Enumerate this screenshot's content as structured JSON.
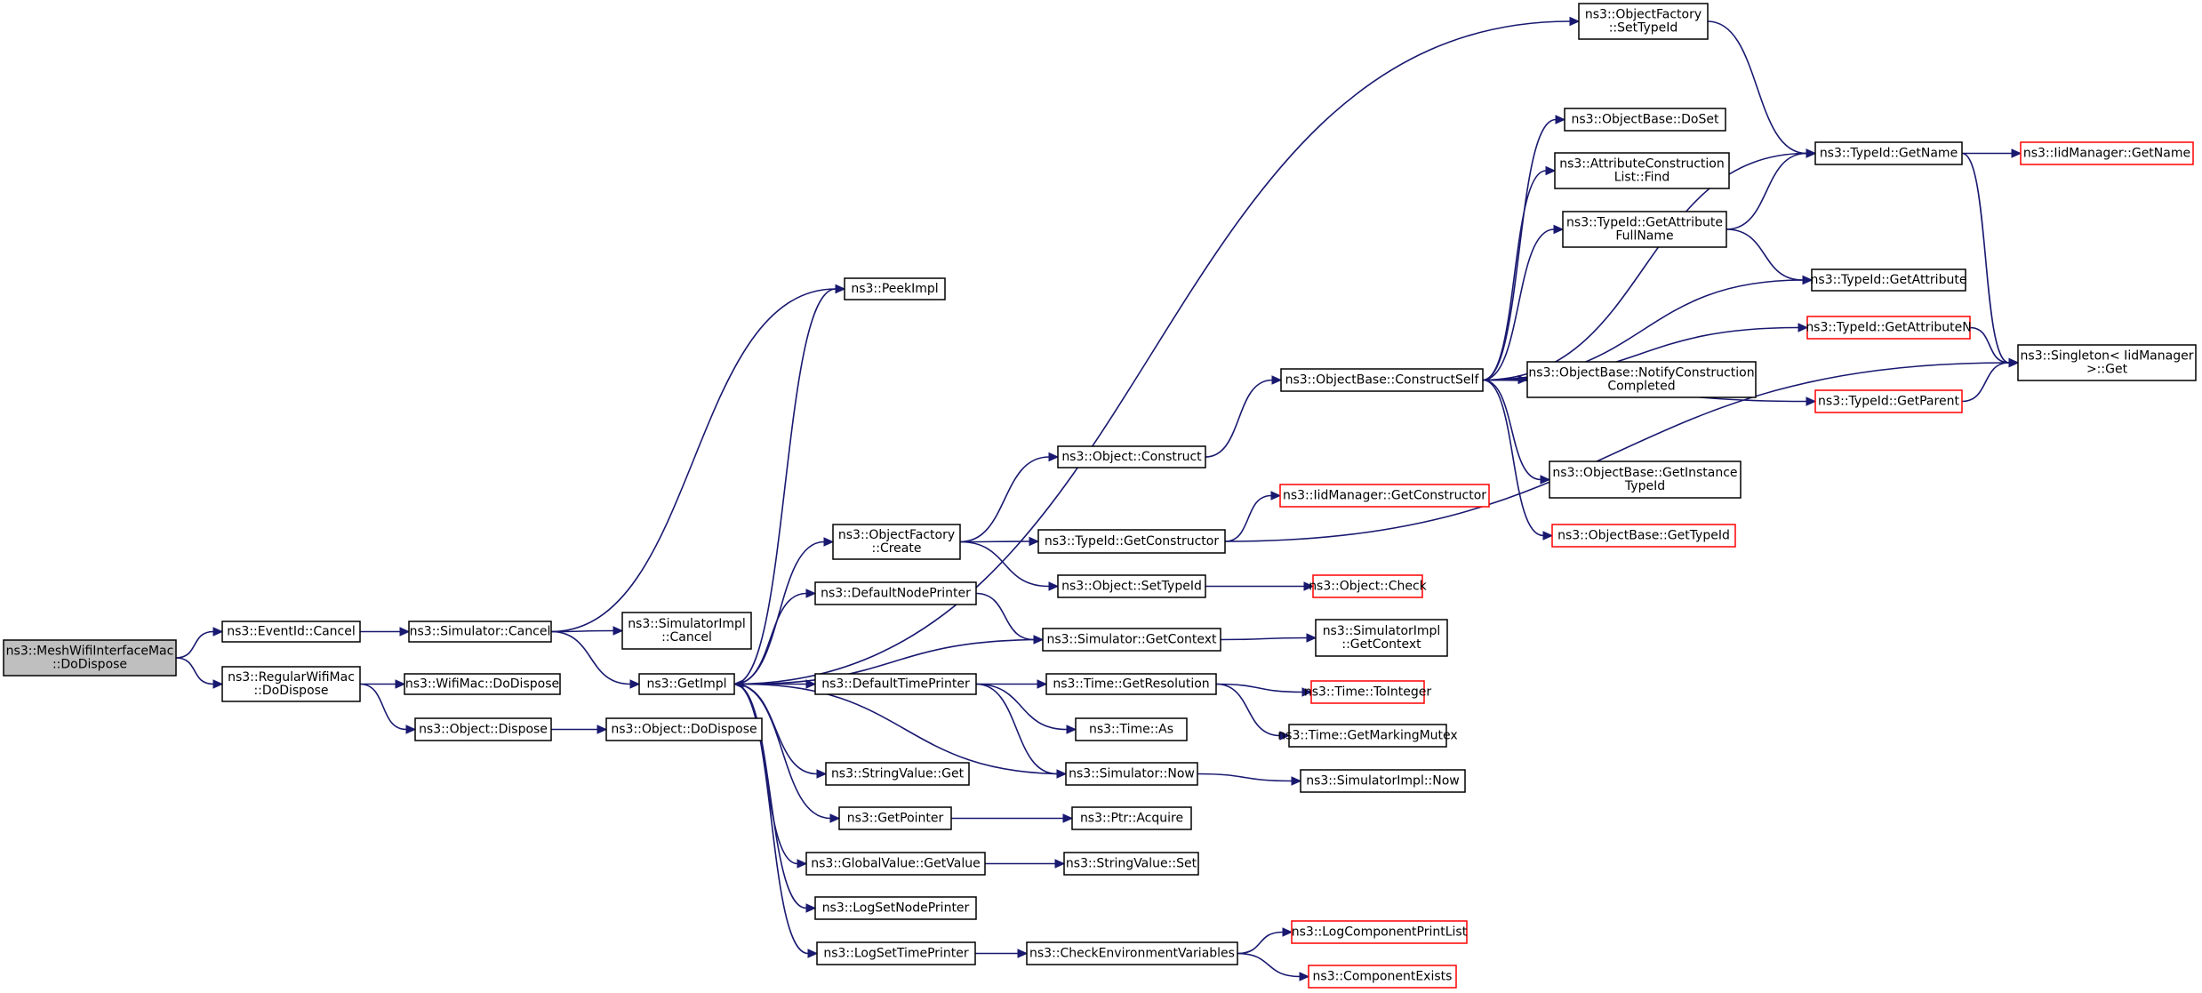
{
  "nodes": [
    {
      "id": "root",
      "lines": [
        "ns3::MeshWifiInterfaceMac",
        "::DoDispose"
      ],
      "style": "root"
    },
    {
      "id": "eventid_cancel",
      "lines": [
        "ns3::EventId::Cancel"
      ]
    },
    {
      "id": "regularwifimac_dodispose",
      "lines": [
        "ns3::RegularWifiMac",
        "::DoDispose"
      ]
    },
    {
      "id": "simulator_cancel",
      "lines": [
        "ns3::Simulator::Cancel"
      ]
    },
    {
      "id": "peekimpl",
      "lines": [
        "ns3::PeekImpl"
      ]
    },
    {
      "id": "simulatorimpl_cancel",
      "lines": [
        "ns3::SimulatorImpl",
        "::Cancel"
      ]
    },
    {
      "id": "getimpl",
      "lines": [
        "ns3::GetImpl"
      ]
    },
    {
      "id": "wifimac_dodispose",
      "lines": [
        "ns3::WifiMac::DoDispose"
      ]
    },
    {
      "id": "object_dispose",
      "lines": [
        "ns3::Object::Dispose"
      ]
    },
    {
      "id": "object_dodispose",
      "lines": [
        "ns3::Object::DoDispose"
      ]
    },
    {
      "id": "objectfactory_create",
      "lines": [
        "ns3::ObjectFactory",
        "::Create"
      ]
    },
    {
      "id": "defaultnodeprinter",
      "lines": [
        "ns3::DefaultNodePrinter"
      ]
    },
    {
      "id": "defaulttimeprinter",
      "lines": [
        "ns3::DefaultTimePrinter"
      ]
    },
    {
      "id": "stringvalue_get",
      "lines": [
        "ns3::StringValue::Get"
      ]
    },
    {
      "id": "getpointer",
      "lines": [
        "ns3::GetPointer"
      ]
    },
    {
      "id": "globalvalue_getvalue",
      "lines": [
        "ns3::GlobalValue::GetValue"
      ]
    },
    {
      "id": "logsetnodeprinter",
      "lines": [
        "ns3::LogSetNodePrinter"
      ]
    },
    {
      "id": "logsettimeprinter",
      "lines": [
        "ns3::LogSetTimePrinter"
      ]
    },
    {
      "id": "object_construct",
      "lines": [
        "ns3::Object::Construct"
      ]
    },
    {
      "id": "typeid_getconstructor",
      "lines": [
        "ns3::TypeId::GetConstructor"
      ]
    },
    {
      "id": "object_settypeid",
      "lines": [
        "ns3::Object::SetTypeId"
      ]
    },
    {
      "id": "simulator_getcontext",
      "lines": [
        "ns3::Simulator::GetContext"
      ]
    },
    {
      "id": "time_getresolution",
      "lines": [
        "ns3::Time::GetResolution"
      ]
    },
    {
      "id": "time_as",
      "lines": [
        "ns3::Time::As"
      ]
    },
    {
      "id": "simulator_now",
      "lines": [
        "ns3::Simulator::Now"
      ]
    },
    {
      "id": "ptr_acquire",
      "lines": [
        "ns3::Ptr::Acquire"
      ]
    },
    {
      "id": "stringvalue_set",
      "lines": [
        "ns3::StringValue::Set"
      ]
    },
    {
      "id": "checkenvironmentvariables",
      "lines": [
        "ns3::CheckEnvironmentVariables"
      ]
    },
    {
      "id": "iidmanager_getconstructor",
      "lines": [
        "ns3::IidManager::GetConstructor"
      ],
      "style": "external"
    },
    {
      "id": "object_check",
      "lines": [
        "ns3::Object::Check"
      ],
      "style": "external"
    },
    {
      "id": "simulatorimpl_getcontext",
      "lines": [
        "ns3::SimulatorImpl",
        "::GetContext"
      ]
    },
    {
      "id": "time_tointeger",
      "lines": [
        "ns3::Time::ToInteger"
      ],
      "style": "external"
    },
    {
      "id": "time_getmarkingmutex",
      "lines": [
        "ns3::Time::GetMarkingMutex"
      ]
    },
    {
      "id": "simulatorimpl_now",
      "lines": [
        "ns3::SimulatorImpl::Now"
      ]
    },
    {
      "id": "logcomponentprintlist",
      "lines": [
        "ns3::LogComponentPrintList"
      ],
      "style": "external"
    },
    {
      "id": "componentexists",
      "lines": [
        "ns3::ComponentExists"
      ],
      "style": "external"
    },
    {
      "id": "objectbase_constructself",
      "lines": [
        "ns3::ObjectBase::ConstructSelf"
      ]
    },
    {
      "id": "objectfactory_settypeid",
      "lines": [
        "ns3::ObjectFactory",
        "::SetTypeId"
      ]
    },
    {
      "id": "objectbase_doset",
      "lines": [
        "ns3::ObjectBase::DoSet"
      ]
    },
    {
      "id": "attributeconstructionlist_find",
      "lines": [
        "ns3::AttributeConstruction",
        "List::Find"
      ]
    },
    {
      "id": "typeid_getattributefullname",
      "lines": [
        "ns3::TypeId::GetAttribute",
        "FullName"
      ]
    },
    {
      "id": "objectbase_notifyconstructioncompleted",
      "lines": [
        "ns3::ObjectBase::NotifyConstruction",
        "Completed"
      ]
    },
    {
      "id": "objectbase_getinstancetypeid",
      "lines": [
        "ns3::ObjectBase::GetInstance",
        "TypeId"
      ]
    },
    {
      "id": "objectbase_gettypeid",
      "lines": [
        "ns3::ObjectBase::GetTypeId"
      ],
      "style": "external"
    },
    {
      "id": "typeid_getname",
      "lines": [
        "ns3::TypeId::GetName"
      ]
    },
    {
      "id": "typeid_getattribute",
      "lines": [
        "ns3::TypeId::GetAttribute"
      ]
    },
    {
      "id": "typeid_getattributen",
      "lines": [
        "ns3::TypeId::GetAttributeN"
      ],
      "style": "external"
    },
    {
      "id": "typeid_getparent",
      "lines": [
        "ns3::TypeId::GetParent"
      ],
      "style": "external"
    },
    {
      "id": "iidmanager_getname",
      "lines": [
        "ns3::IidManager::GetName"
      ],
      "style": "external"
    },
    {
      "id": "singleton_get",
      "lines": [
        "ns3::Singleton< IidManager",
        " >::Get"
      ]
    }
  ],
  "edges": [
    [
      "root",
      "eventid_cancel"
    ],
    [
      "root",
      "regularwifimac_dodispose"
    ],
    [
      "eventid_cancel",
      "simulator_cancel"
    ],
    [
      "simulator_cancel",
      "peekimpl"
    ],
    [
      "simulator_cancel",
      "simulatorimpl_cancel"
    ],
    [
      "simulator_cancel",
      "getimpl"
    ],
    [
      "regularwifimac_dodispose",
      "wifimac_dodispose"
    ],
    [
      "regularwifimac_dodispose",
      "object_dispose"
    ],
    [
      "object_dispose",
      "object_dodispose"
    ],
    [
      "getimpl",
      "peekimpl"
    ],
    [
      "getimpl",
      "objectfactory_settypeid"
    ],
    [
      "getimpl",
      "objectfactory_create"
    ],
    [
      "getimpl",
      "defaultnodeprinter"
    ],
    [
      "getimpl",
      "defaulttimeprinter"
    ],
    [
      "getimpl",
      "stringvalue_get"
    ],
    [
      "getimpl",
      "getpointer"
    ],
    [
      "getimpl",
      "globalvalue_getvalue"
    ],
    [
      "getimpl",
      "logsetnodeprinter"
    ],
    [
      "getimpl",
      "logsettimeprinter"
    ],
    [
      "simulator_getcontext",
      "getimpl"
    ],
    [
      "simulator_now",
      "getimpl"
    ],
    [
      "objectfactory_create",
      "object_construct"
    ],
    [
      "objectfactory_create",
      "typeid_getconstructor"
    ],
    [
      "objectfactory_create",
      "object_settypeid"
    ],
    [
      "defaultnodeprinter",
      "simulator_getcontext"
    ],
    [
      "defaulttimeprinter",
      "time_getresolution"
    ],
    [
      "defaulttimeprinter",
      "time_as"
    ],
    [
      "defaulttimeprinter",
      "simulator_now"
    ],
    [
      "getpointer",
      "ptr_acquire"
    ],
    [
      "globalvalue_getvalue",
      "stringvalue_set"
    ],
    [
      "logsettimeprinter",
      "checkenvironmentvariables"
    ],
    [
      "object_construct",
      "objectbase_constructself"
    ],
    [
      "typeid_getconstructor",
      "iidmanager_getconstructor"
    ],
    [
      "typeid_getconstructor",
      "singleton_get"
    ],
    [
      "object_settypeid",
      "object_check"
    ],
    [
      "simulator_getcontext",
      "simulatorimpl_getcontext"
    ],
    [
      "time_getresolution",
      "time_tointeger"
    ],
    [
      "time_getresolution",
      "time_getmarkingmutex"
    ],
    [
      "simulator_now",
      "simulatorimpl_now"
    ],
    [
      "checkenvironmentvariables",
      "logcomponentprintlist"
    ],
    [
      "checkenvironmentvariables",
      "componentexists"
    ],
    [
      "objectbase_constructself",
      "objectbase_doset"
    ],
    [
      "objectbase_constructself",
      "attributeconstructionlist_find"
    ],
    [
      "objectbase_constructself",
      "typeid_getattributefullname"
    ],
    [
      "objectbase_constructself",
      "objectbase_notifyconstructioncompleted"
    ],
    [
      "objectbase_constructself",
      "objectbase_getinstancetypeid"
    ],
    [
      "objectbase_constructself",
      "objectbase_gettypeid"
    ],
    [
      "objectbase_constructself",
      "typeid_getname"
    ],
    [
      "objectbase_constructself",
      "typeid_getattribute"
    ],
    [
      "objectbase_constructself",
      "typeid_getattributen"
    ],
    [
      "objectbase_constructself",
      "typeid_getparent"
    ],
    [
      "objectfactory_settypeid",
      "typeid_getname"
    ],
    [
      "typeid_getattributefullname",
      "typeid_getname"
    ],
    [
      "typeid_getattributefullname",
      "typeid_getattribute"
    ],
    [
      "typeid_getname",
      "iidmanager_getname"
    ],
    [
      "typeid_getname",
      "singleton_get"
    ],
    [
      "typeid_getattributen",
      "singleton_get"
    ],
    [
      "typeid_getparent",
      "singleton_get"
    ]
  ]
}
